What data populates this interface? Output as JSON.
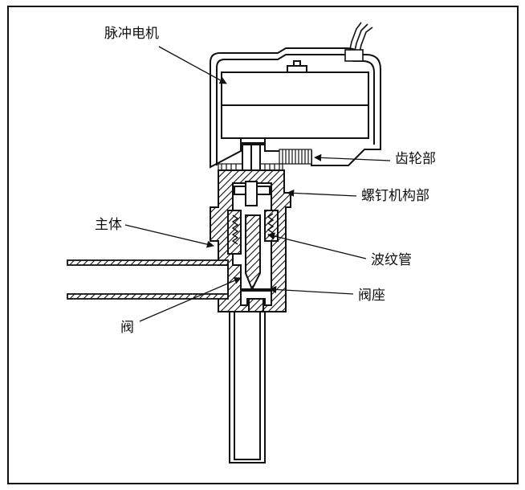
{
  "diagram": {
    "labels": {
      "pulse_motor": "脉冲电机",
      "gear_section": "齿轮部",
      "screw_mechanism": "螺钉机构部",
      "main_body": "主体",
      "bellows": "波纹管",
      "valve_seat": "阀座",
      "valve": "阀"
    }
  }
}
